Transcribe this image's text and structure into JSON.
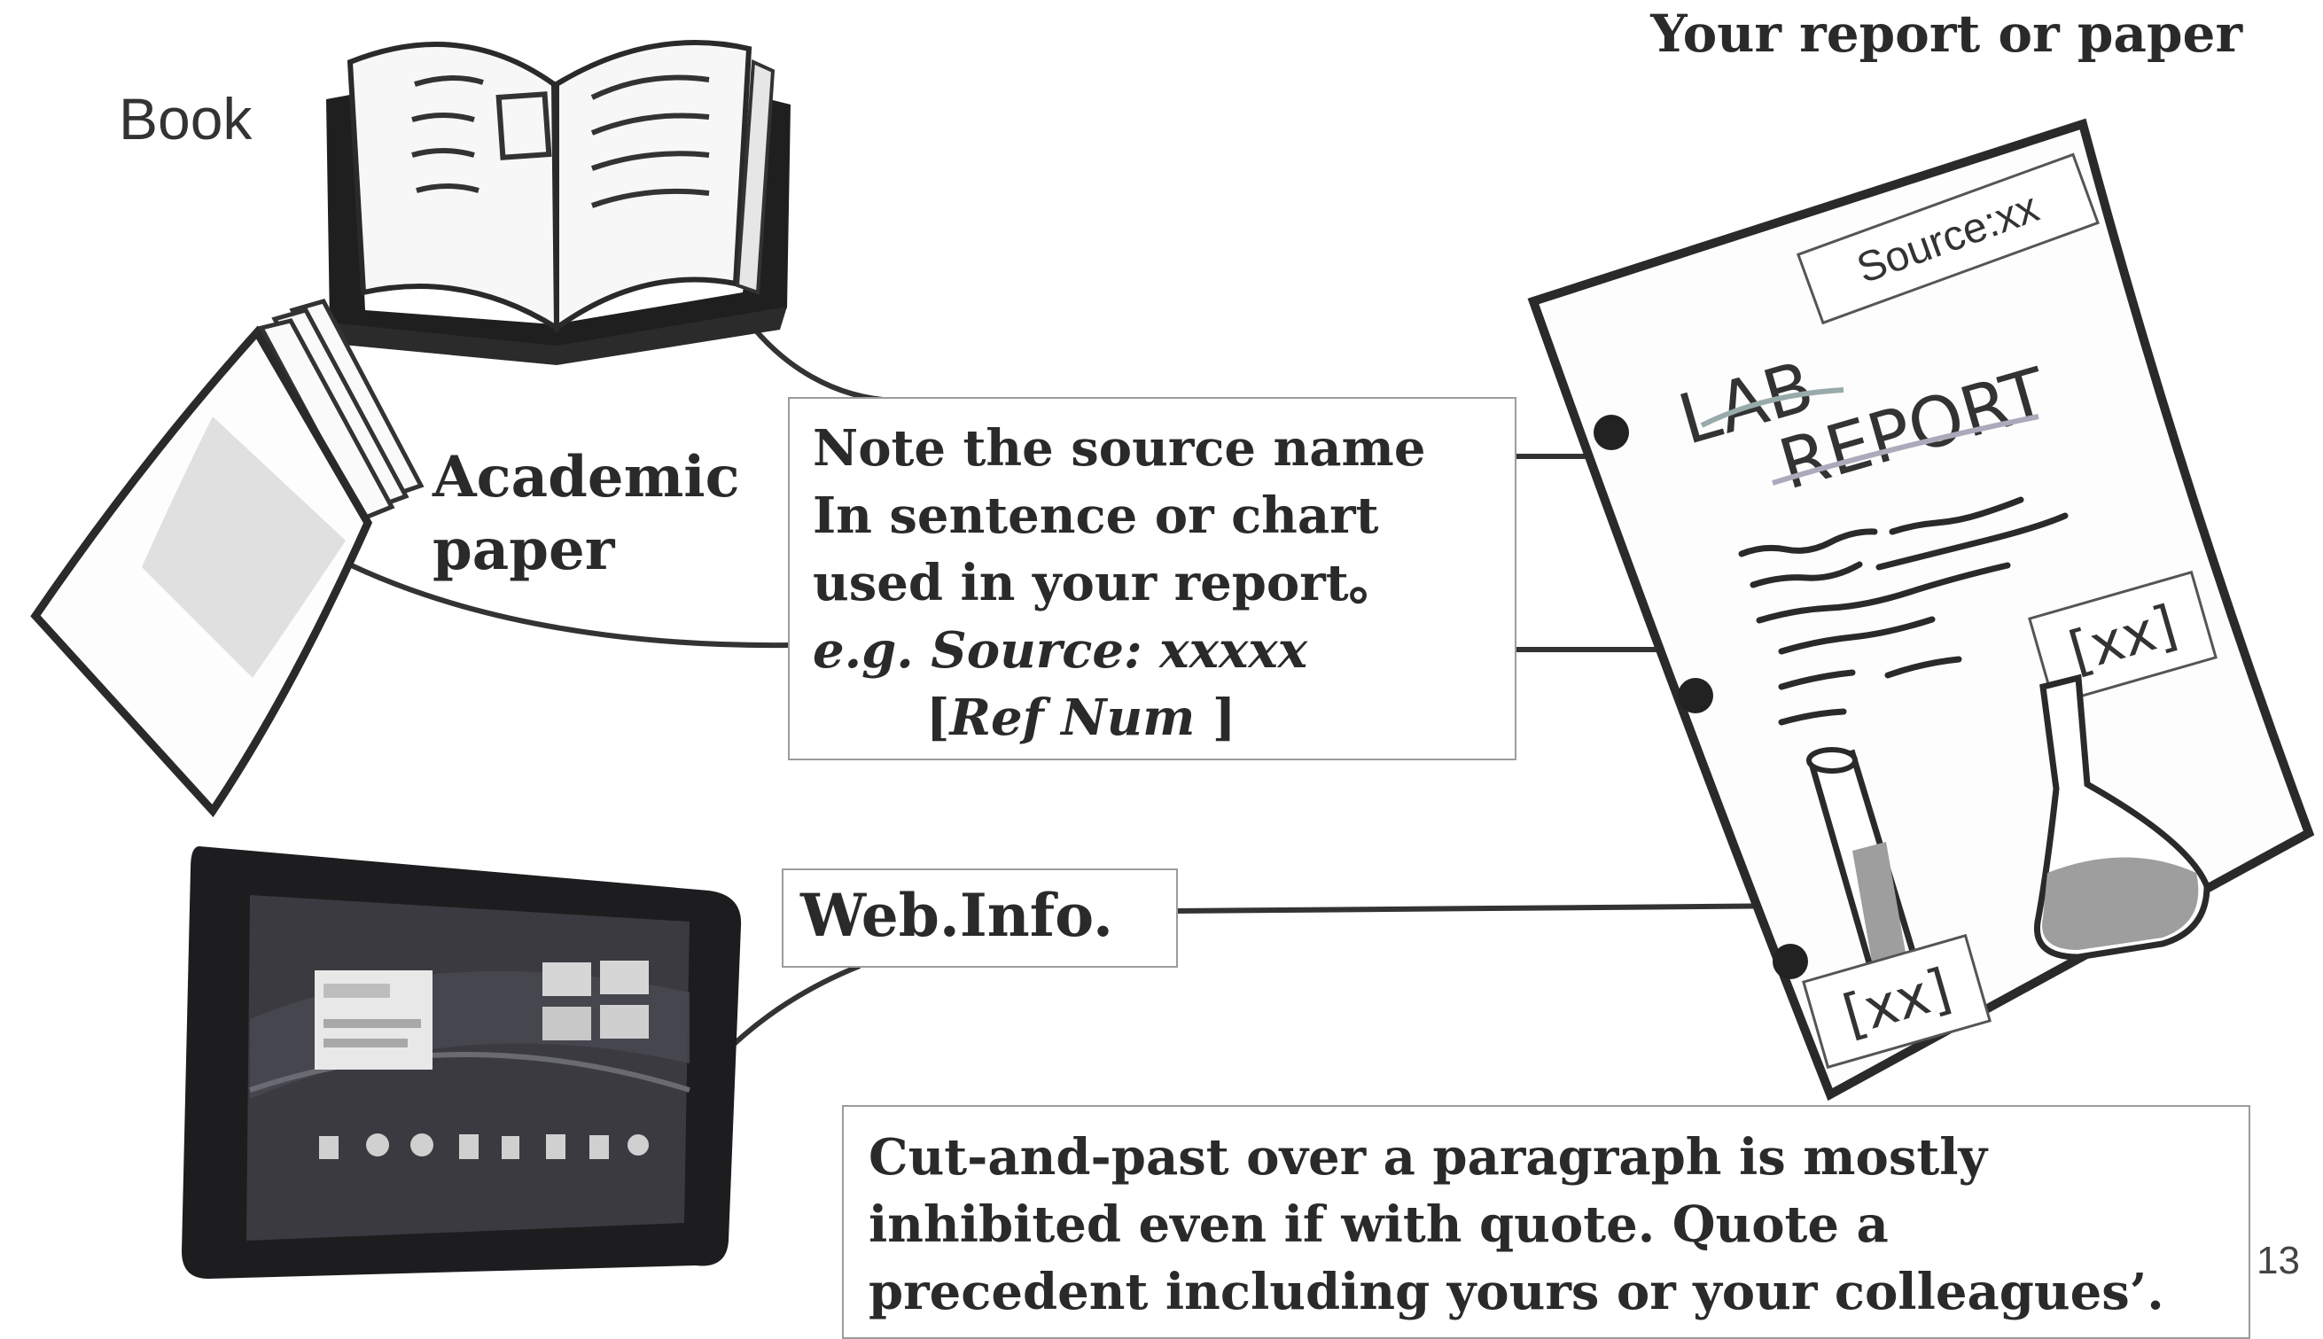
{
  "top_title": "Your report or paper",
  "labels": {
    "book": "Book",
    "academic_line1": "Academic",
    "academic_line2": "paper"
  },
  "note_box": {
    "line1": "Note the source name",
    "line2": "In sentence or chart",
    "line3": "used in your report。",
    "line4_prefix": "e.g.",
    "line4_italic": " Source: xxxxx",
    "line5_open": "[",
    "line5_italic": "Ref Num",
    "line5_close": " ]"
  },
  "web_box": {
    "label": "Web.Info."
  },
  "note_bottom": {
    "line1": "Cut-and-past over a paragraph is mostly",
    "line2": "inhibited even if  with quote. Quote a",
    "line3": "precedent including yours or your colleagues’."
  },
  "report_drawing": {
    "source_tag": "Source:xx",
    "title_line1": "LAB",
    "title_line2": "REPORT",
    "ref_tag_1": "[xx]",
    "ref_tag_2": "[xx]"
  },
  "page_number": "13",
  "icons": [
    "book-icon",
    "academic-paper-icon",
    "tablet-icon",
    "lab-report-illustration"
  ]
}
